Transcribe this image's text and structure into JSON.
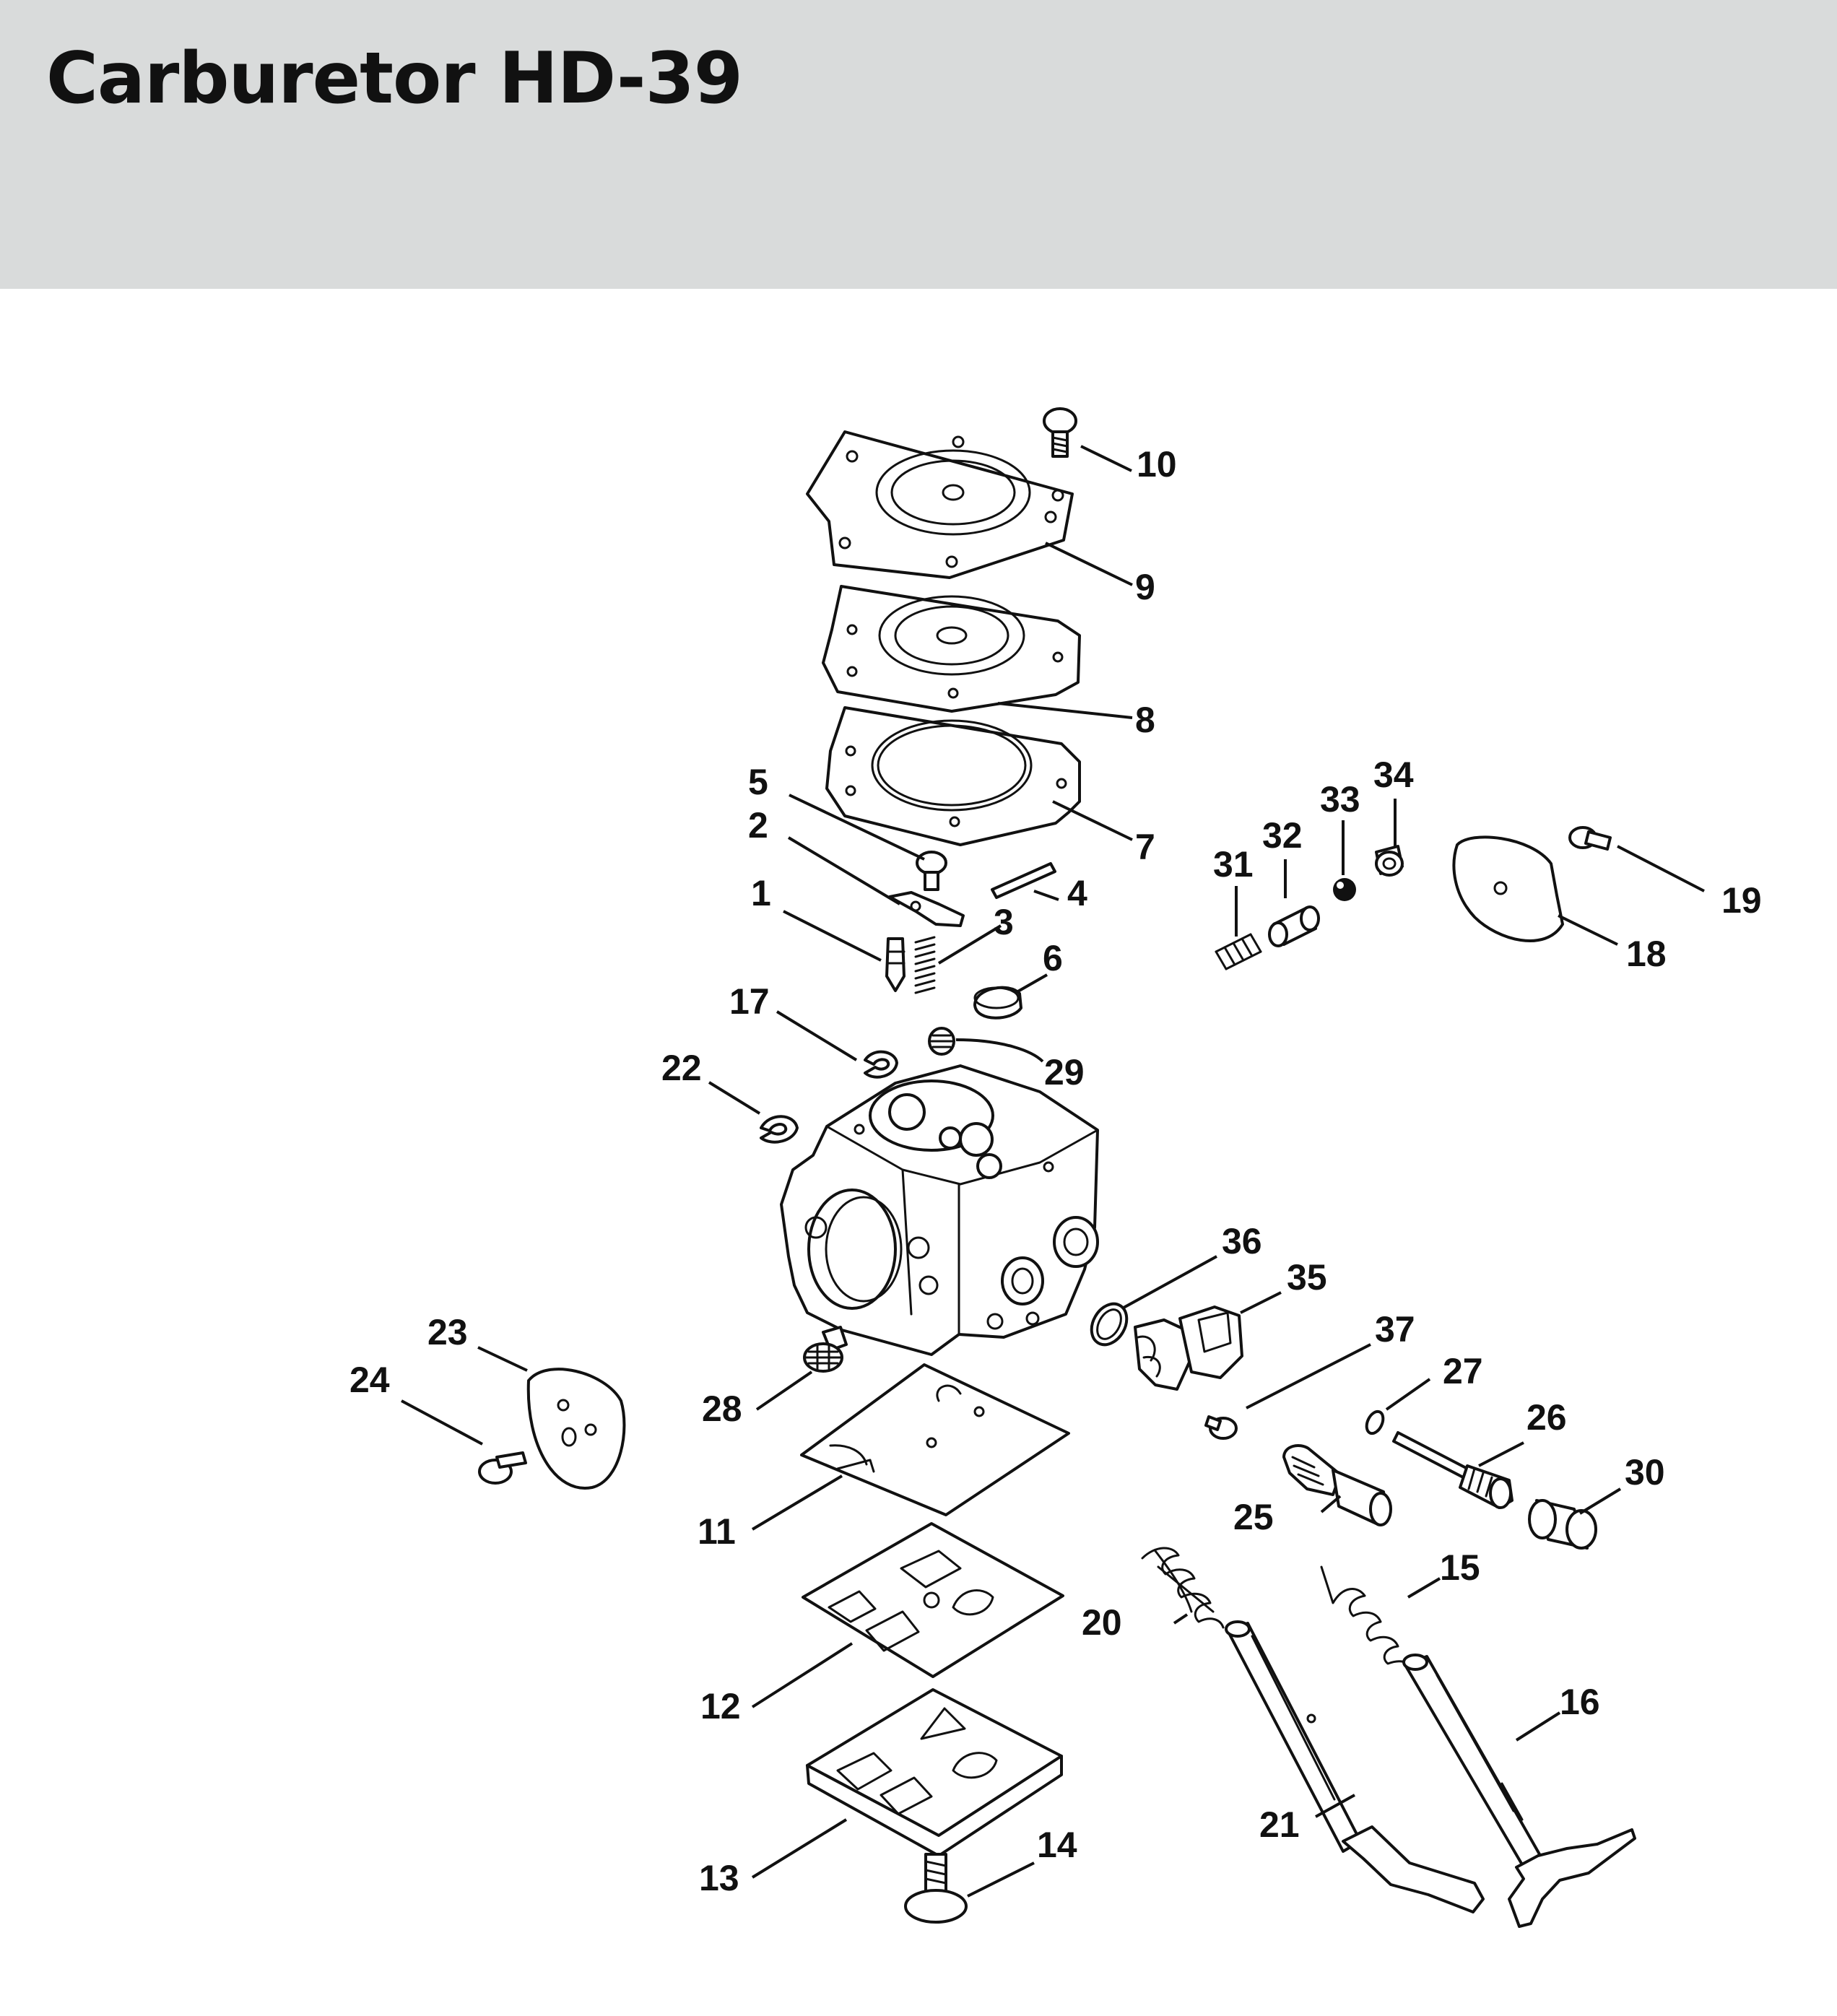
{
  "title": "Carburetor HD-39",
  "callouts": {
    "c1": "1",
    "c2": "2",
    "c3": "3",
    "c4": "4",
    "c5": "5",
    "c6": "6",
    "c7": "7",
    "c8": "8",
    "c9": "9",
    "c10": "10",
    "c11": "11",
    "c12": "12",
    "c13": "13",
    "c14": "14",
    "c15": "15",
    "c16": "16",
    "c17": "17",
    "c18": "18",
    "c19": "19",
    "c20": "20",
    "c21": "21",
    "c22": "22",
    "c23": "23",
    "c24": "24",
    "c25": "25",
    "c26": "26",
    "c27": "27",
    "c28": "28",
    "c29": "29",
    "c30": "30",
    "c31": "31",
    "c32": "32",
    "c33": "33",
    "c34": "34",
    "c35": "35",
    "c36": "36",
    "c37": "37"
  }
}
